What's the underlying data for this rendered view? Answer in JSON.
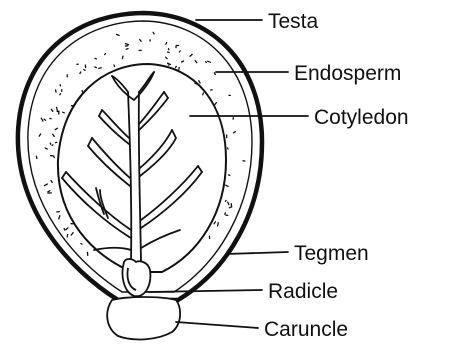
{
  "labels": {
    "testa": "Testa",
    "endosperm": "Endosperm",
    "cotyledon": "Cotyledon",
    "tegmen": "Tegmen",
    "radicle": "Radicle",
    "caruncle": "Caruncle"
  },
  "colors": {
    "ink": "#111111",
    "background": "#ffffff"
  }
}
